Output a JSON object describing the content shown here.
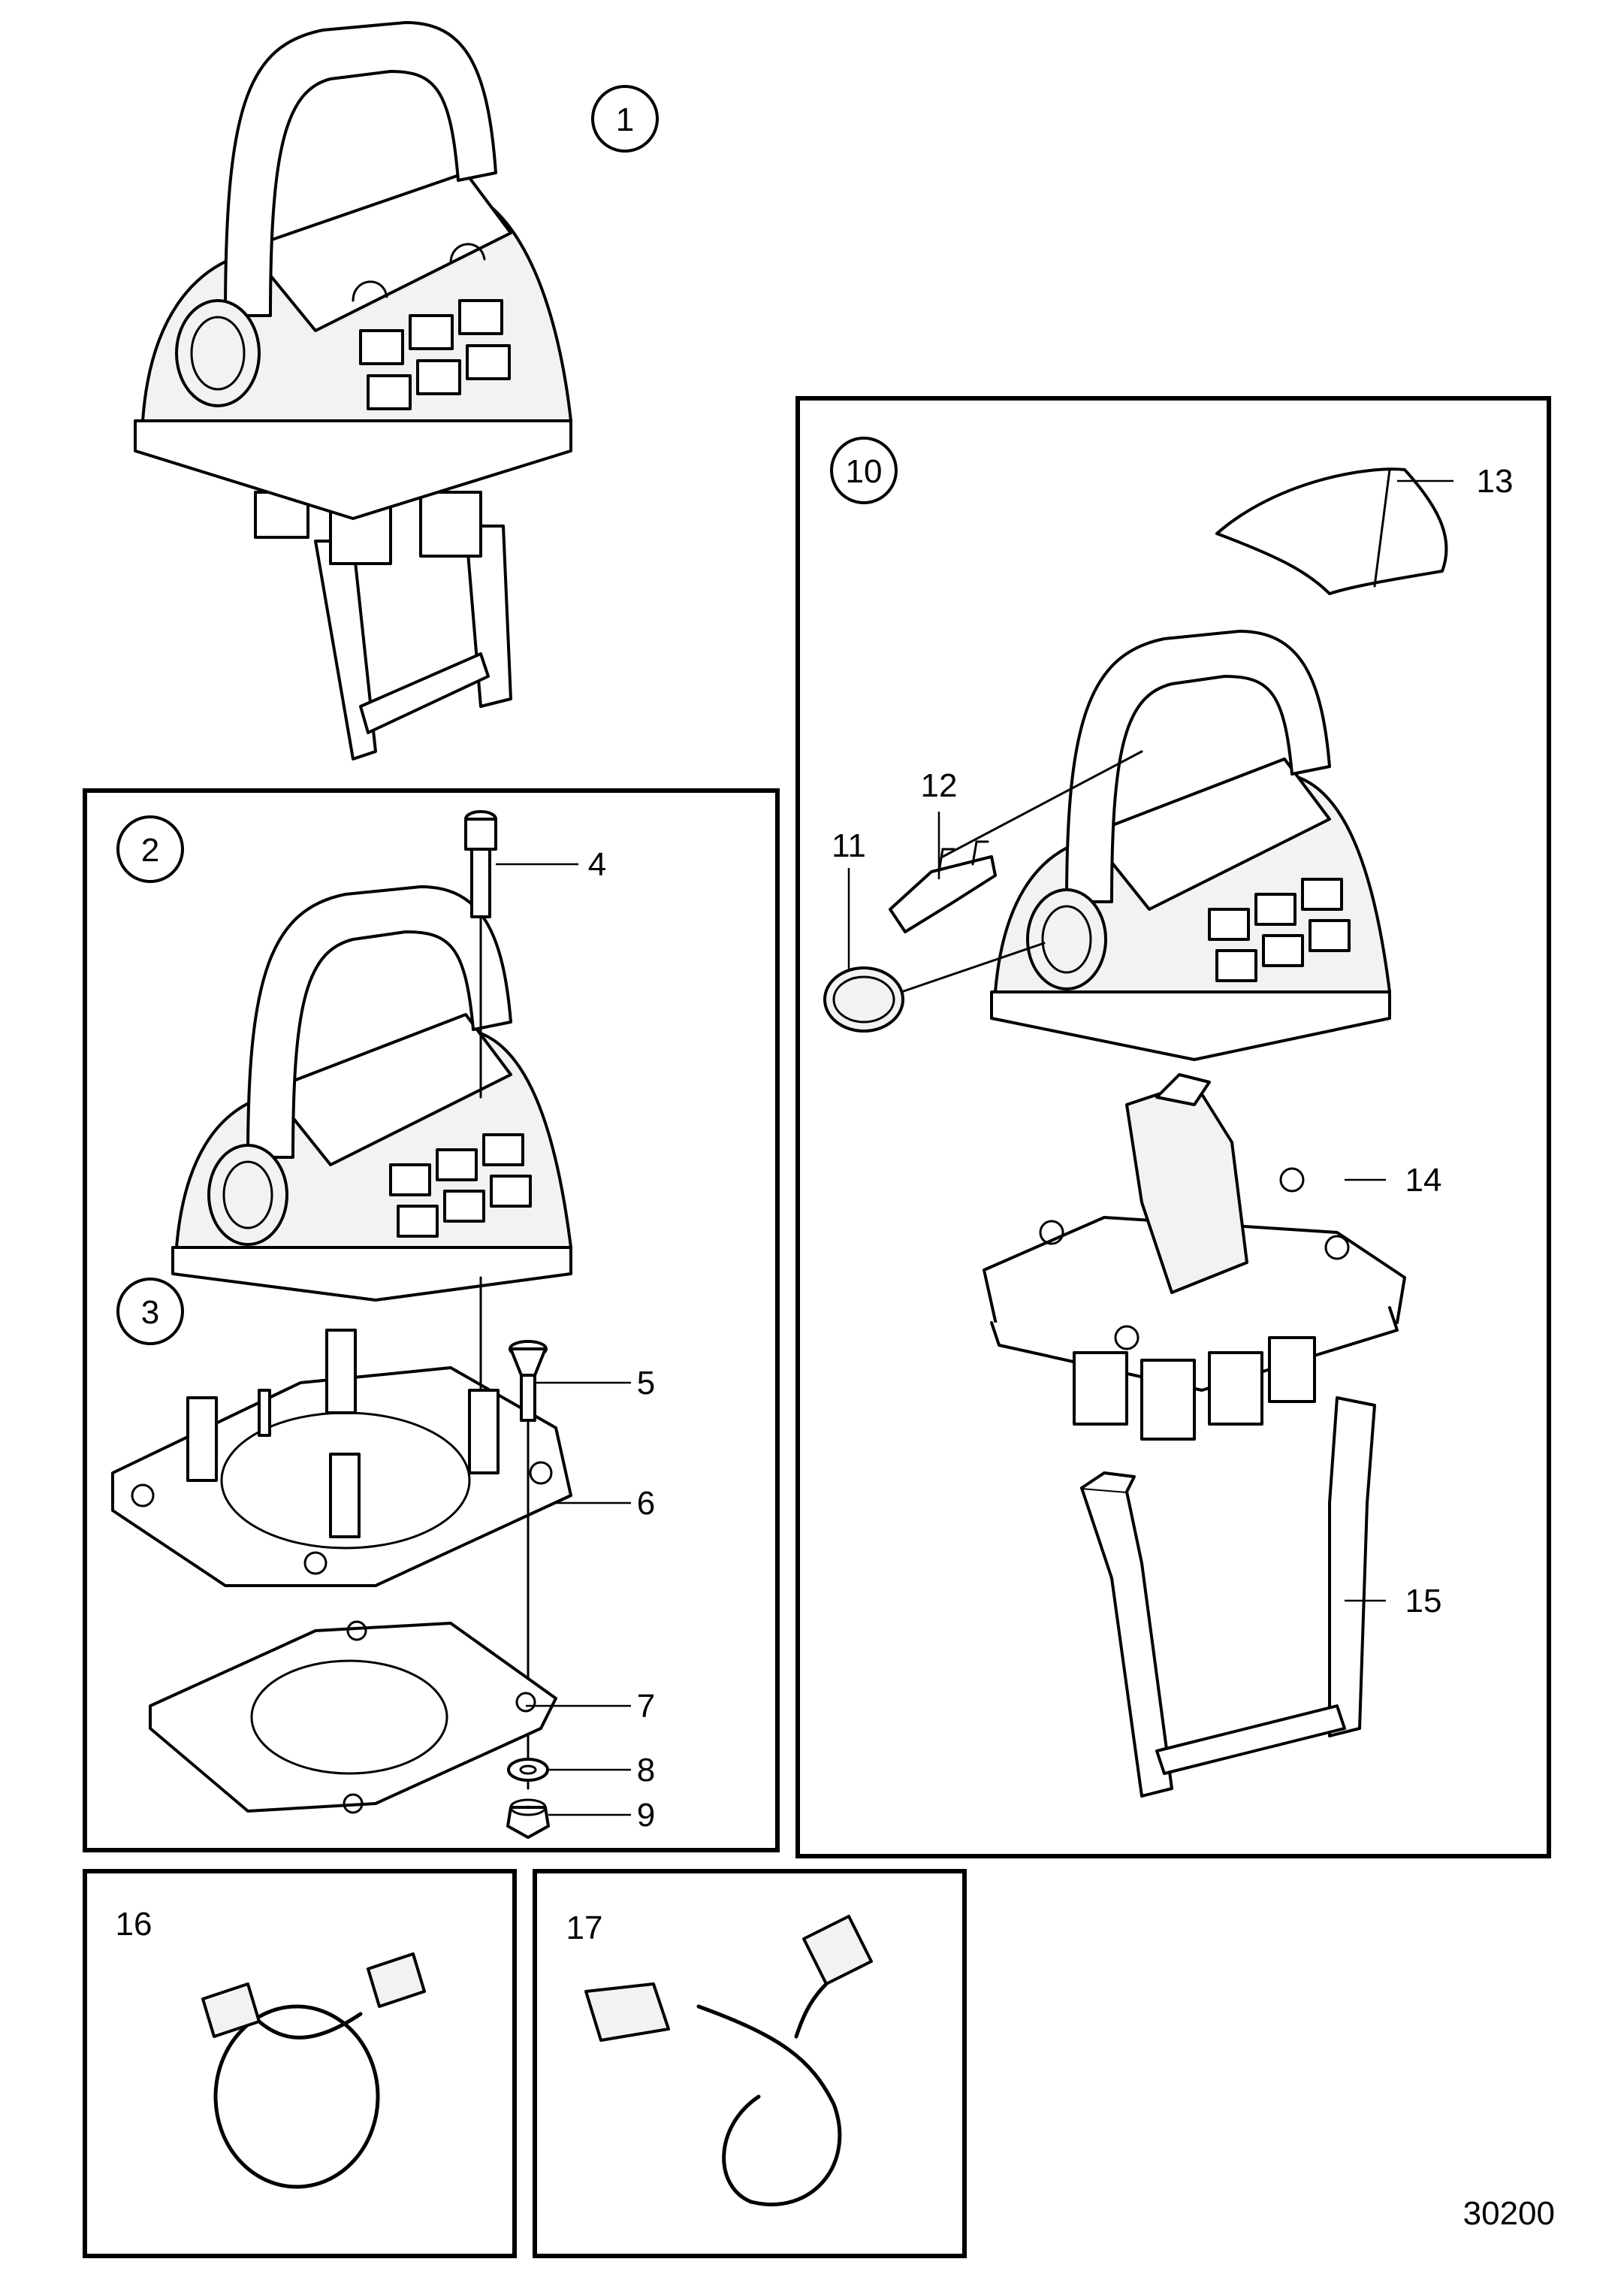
{
  "document_number": "30200",
  "callouts": {
    "c1": "1",
    "c2": "2",
    "c3": "3",
    "c4": "4",
    "c5": "5",
    "c6": "6",
    "c7": "7",
    "c8": "8",
    "c9": "9",
    "c10": "10",
    "c11": "11",
    "c12": "12",
    "c13": "13",
    "c14": "14",
    "c15": "15",
    "c16": "16",
    "c17": "17"
  },
  "colors": {
    "line": "#000000",
    "background": "#ffffff",
    "shading": "#f2f2f2"
  }
}
